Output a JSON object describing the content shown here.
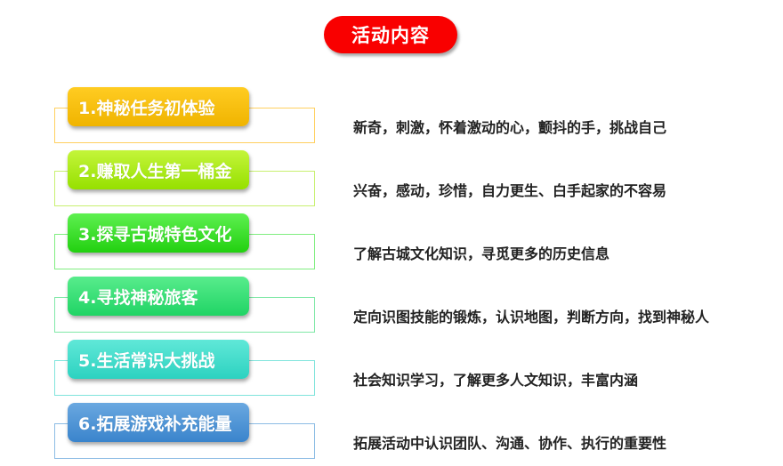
{
  "title": "活动内容",
  "colors": {
    "title_bg": "#f90000",
    "text": "#222222"
  },
  "items": [
    {
      "label": "1.神秘任务初体验",
      "description": "新奇，刺激，怀着激动的心，颤抖的手，挑战自己",
      "pill_top": "#ffcc22",
      "pill_bottom": "#f0b400",
      "outline": "#ffd060"
    },
    {
      "label": "2.赚取人生第一桶金",
      "description": "兴奋，感动，珍惜，自力更生、白手起家的不容易",
      "pill_top": "#c4f53a",
      "pill_bottom": "#96e000",
      "outline": "#c8f070"
    },
    {
      "label": "3.探寻古城特色文化",
      "description": "了解古城文化知识，寻觅更多的历史信息",
      "pill_top": "#5ef050",
      "pill_bottom": "#22d010",
      "outline": "#80ee80"
    },
    {
      "label": "4.寻找神秘旅客",
      "description": "定向识图技能的锻炼，认识地图，判断方向，找到神秘人",
      "pill_top": "#58ec8c",
      "pill_bottom": "#20d465",
      "outline": "#80e8a8"
    },
    {
      "label": "5.生活常识大挑战",
      "description": "社会知识学习，了解更多人文知识，丰富内涵",
      "pill_top": "#60e8d8",
      "pill_bottom": "#2cd2c0",
      "outline": "#80e4dc"
    },
    {
      "label": "6.拓展游戏补充能量",
      "description": "拓展活动中认识团队、沟通、协作、执行的重要性",
      "pill_top": "#6aa8e0",
      "pill_bottom": "#3a84cc",
      "outline": "#8cbce4"
    }
  ]
}
